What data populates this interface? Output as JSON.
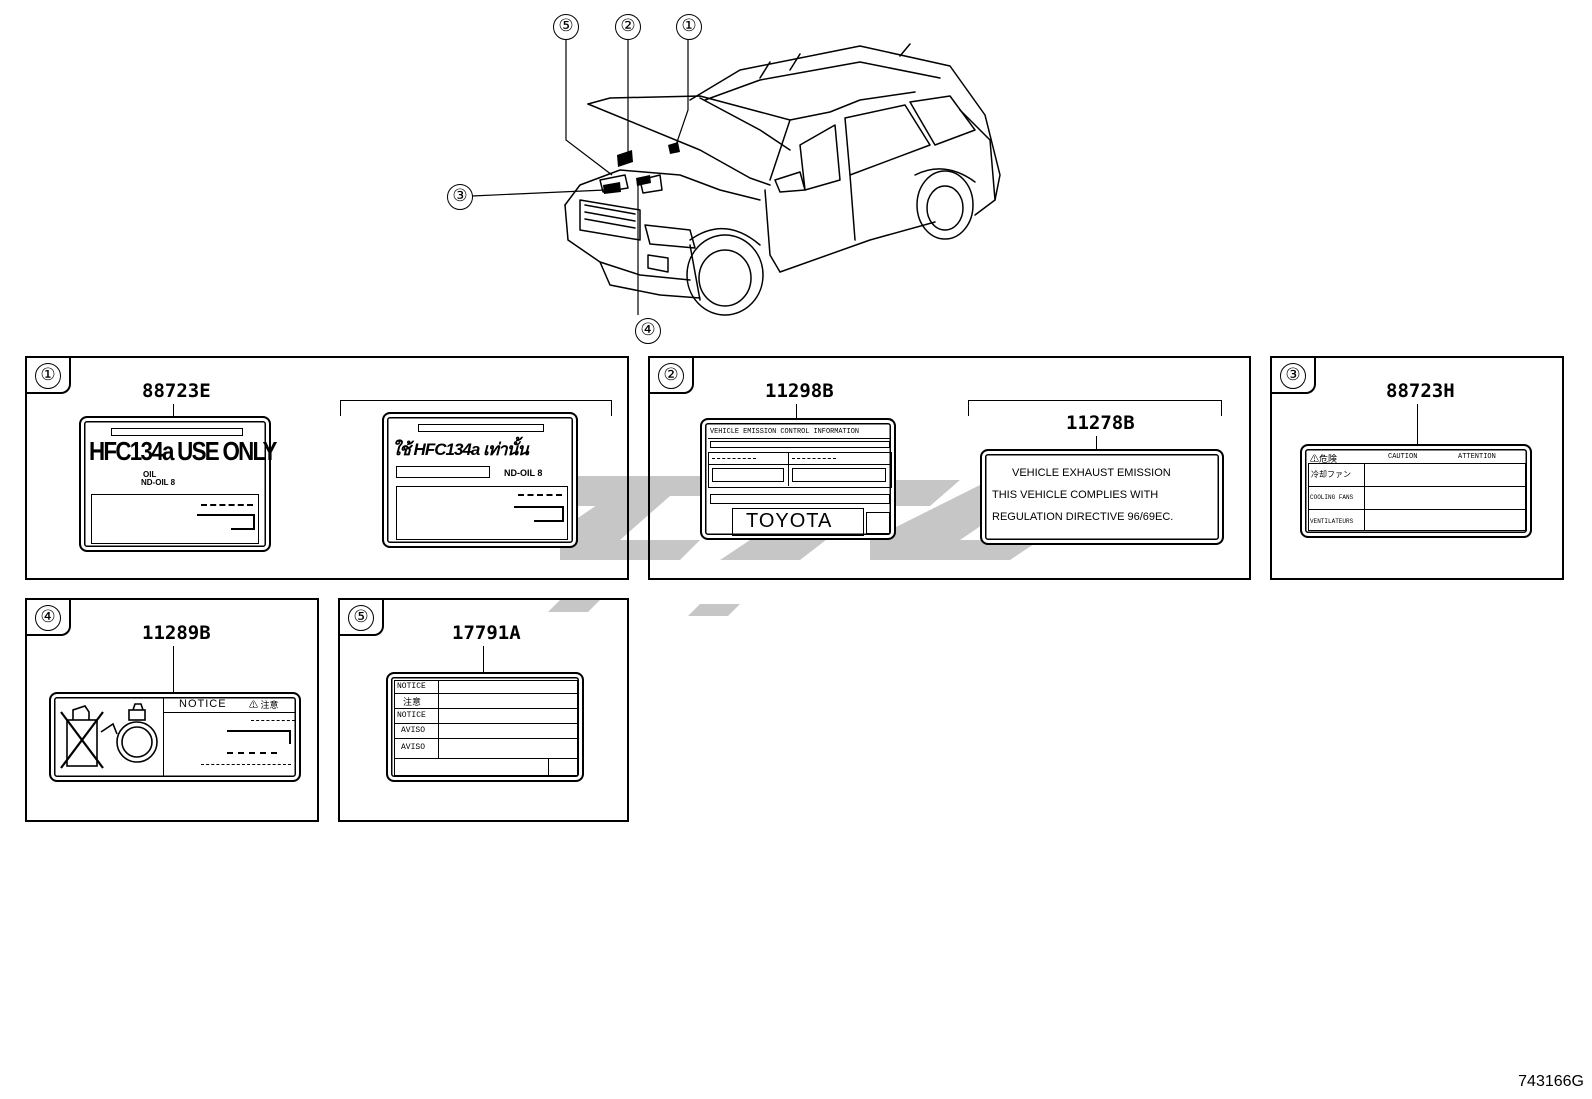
{
  "callouts": [
    "⑤",
    "②",
    "①",
    "③",
    "④"
  ],
  "panels": [
    {
      "num": "①",
      "part_a": "88723E",
      "label_a_line1": "HFC134a USE ONLY",
      "label_a_oil": "OIL",
      "label_a_ndoil": "ND-OIL 8",
      "label_b_line1": "ใช้ HFC134a เท่านั้น",
      "label_b_ndoil": "ND-OIL 8"
    },
    {
      "num": "②",
      "part_a": "11298B",
      "label_a_header": "VEHICLE EMISSION CONTROL INFORMATION",
      "label_a_brand": "TOYOTA",
      "part_b": "11278B",
      "label_b_lines": [
        "VEHICLE EXHAUST EMISSION",
        "THIS VEHICLE COMPLIES WITH",
        "REGULATION DIRECTIVE 96/69EC."
      ]
    },
    {
      "num": "③",
      "part_a": "88723H",
      "label_a_warn": "⚠危険",
      "label_a_caution": "CAUTION",
      "label_a_attention": "ATTENTION",
      "label_a_rows": [
        "冷却ファン",
        "COOLING FANS",
        "VENTILATEURS"
      ]
    },
    {
      "num": "④",
      "part_a": "11289B",
      "label_a_notice": "NOTICE",
      "label_a_jp": "⚠ 注意"
    },
    {
      "num": "⑤",
      "part_a": "17791A",
      "label_a_rows": [
        "NOTICE",
        "注意",
        "NOTICE",
        "AVISO",
        "AVISO"
      ]
    }
  ],
  "figure_id": "743166G"
}
